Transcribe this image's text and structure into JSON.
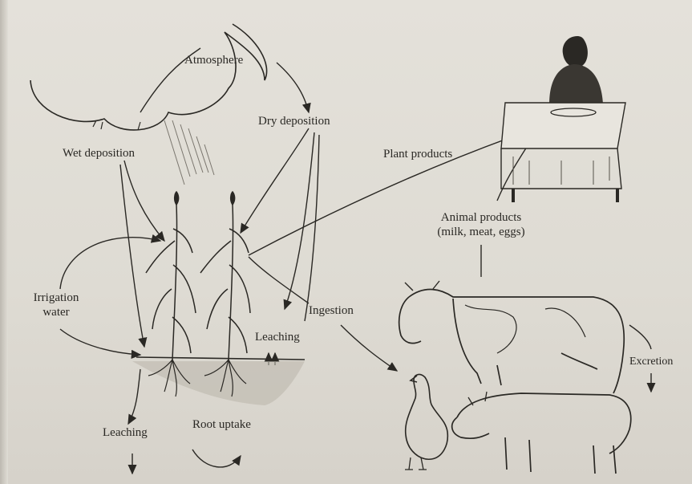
{
  "labels": {
    "atmosphere": "Atmosphere",
    "dry_deposition": "Dry deposition",
    "wet_deposition": "Wet deposition",
    "plant_products": "Plant products",
    "animal_products_line1": "Animal products",
    "animal_products_line2": "(milk, meat, eggs)",
    "irrigation_line1": "Irrigation",
    "irrigation_line2": "water",
    "ingestion": "Ingestion",
    "leaching_upper": "Leaching",
    "leaching_lower": "Leaching",
    "root_uptake": "Root uptake",
    "excretion": "Excretion"
  },
  "icons": [
    "cloud-icon",
    "crop-plants-icon",
    "person-at-table-icon",
    "cow-icon",
    "pig-icon",
    "chicken-icon"
  ]
}
